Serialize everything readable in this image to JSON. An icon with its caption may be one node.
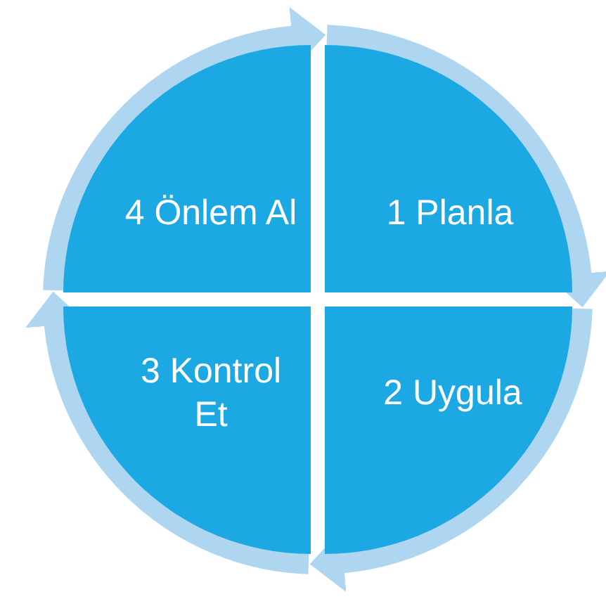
{
  "diagram": {
    "nodes": [
      {
        "text": [
          "4 Önlem Al"
        ]
      },
      {
        "text": [
          "1 Planla"
        ]
      },
      {
        "text": [
          "3 Kontrol Et"
        ]
      },
      {
        "text": [
          "2 Uygula"
        ]
      }
    ],
    "edges": [
      {
        "from": 0,
        "to": 1,
        "arrow": "to"
      },
      {
        "from": 1,
        "to": 3,
        "arrow": "to"
      },
      {
        "from": 3,
        "to": 2,
        "arrow": "to"
      },
      {
        "from": 2,
        "to": 0,
        "arrow": "to"
      }
    ]
  }
}
